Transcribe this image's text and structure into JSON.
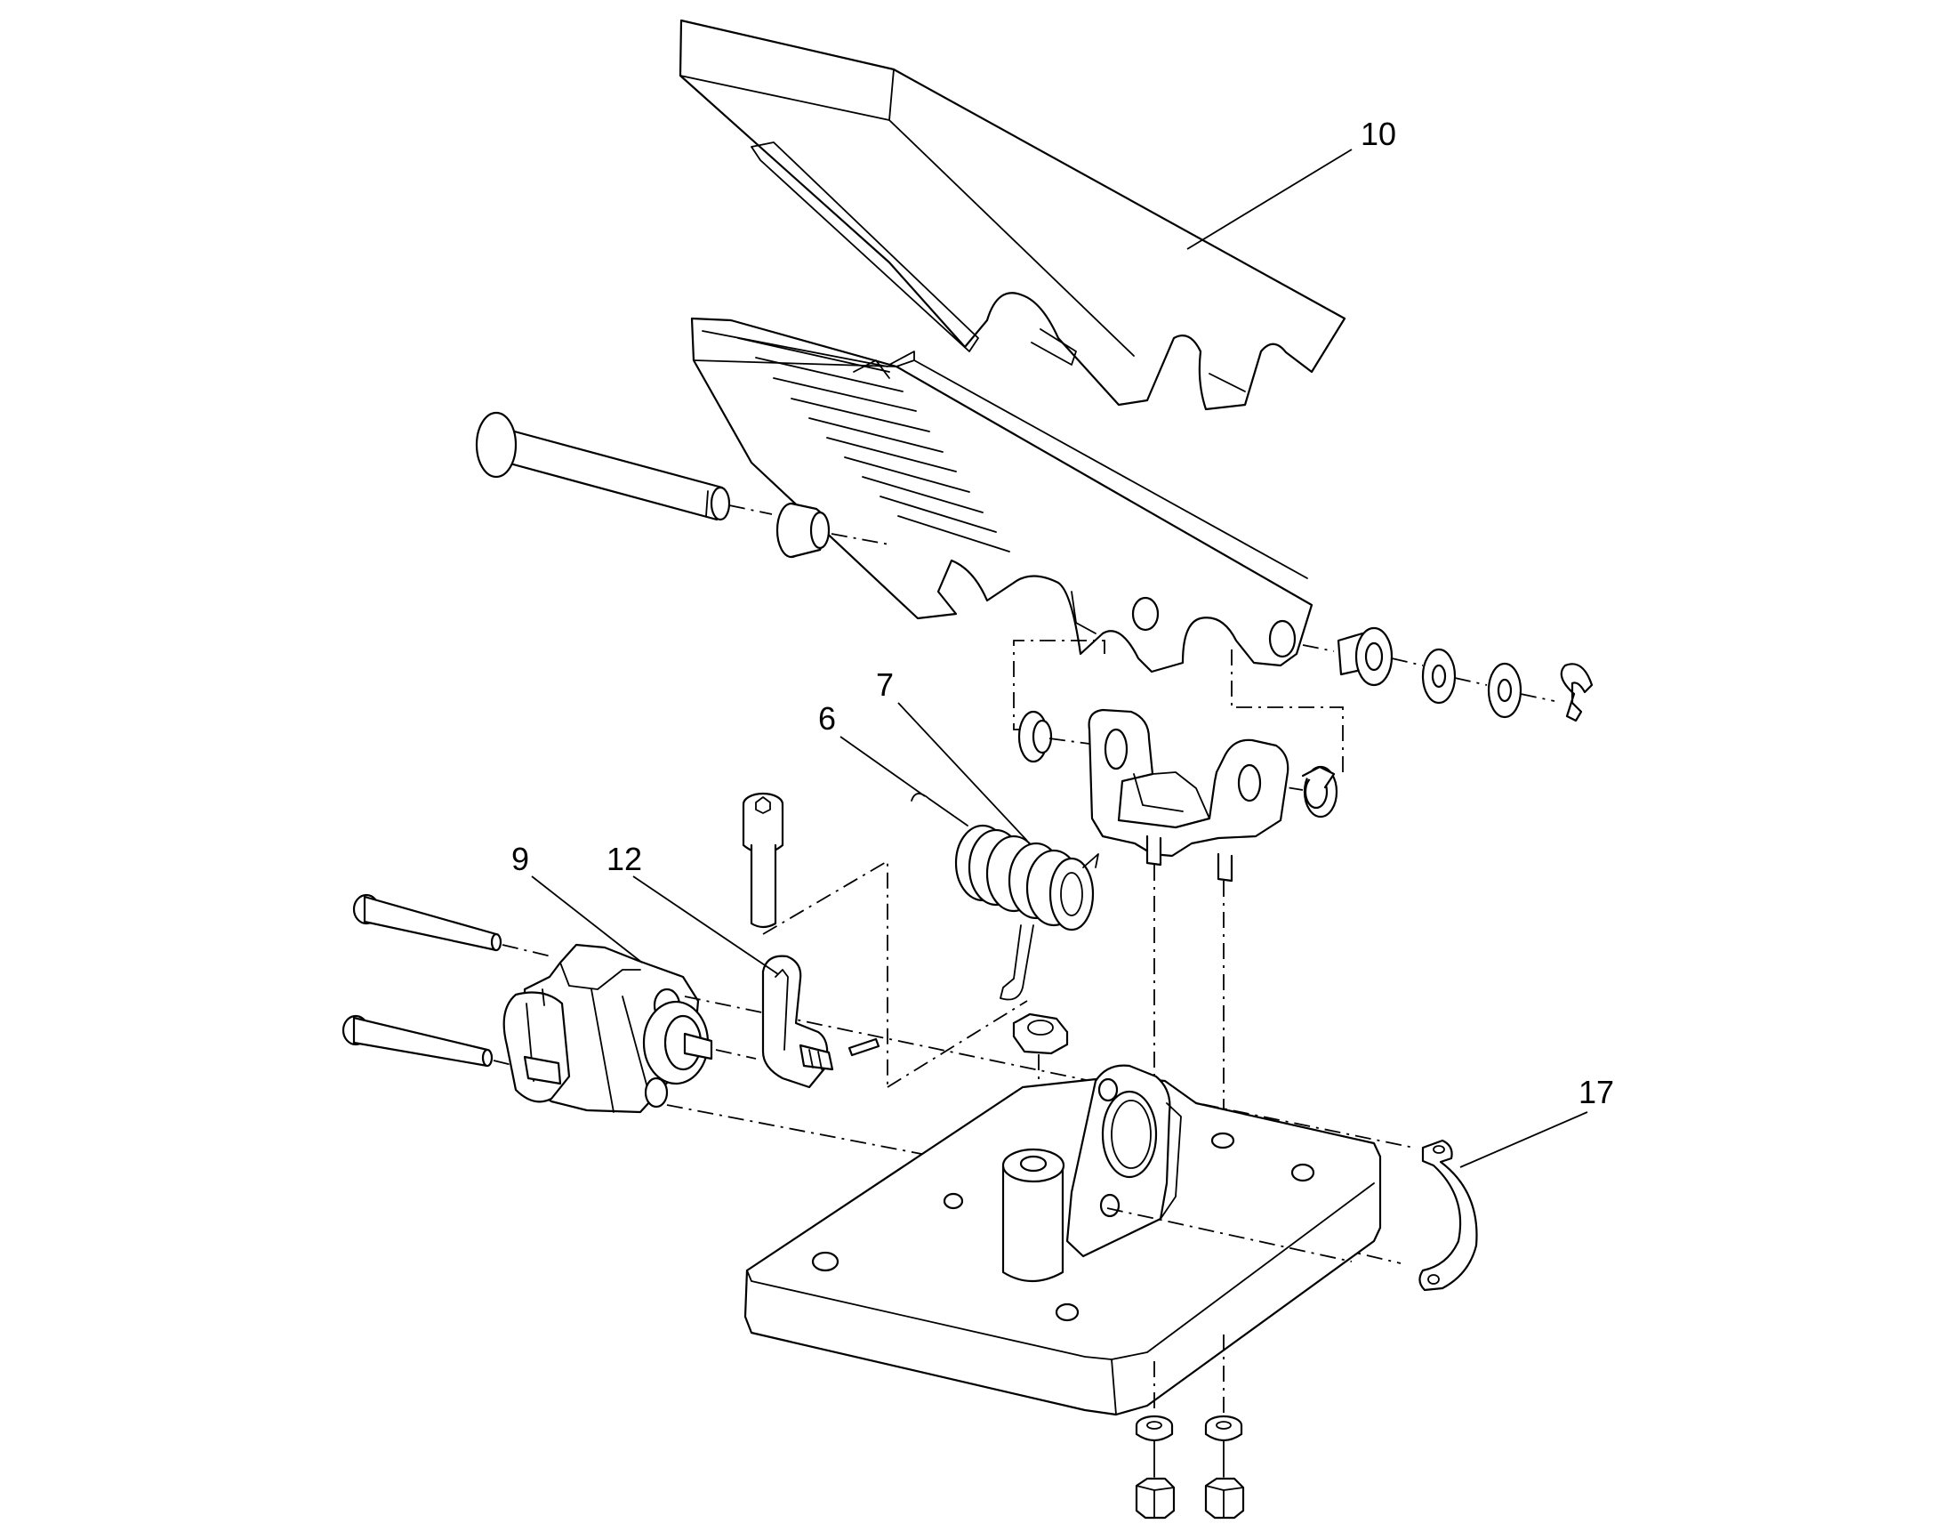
{
  "callouts": {
    "c10": "10",
    "c7": "7",
    "c6": "6",
    "c9": "9",
    "c12": "12",
    "c17": "17"
  },
  "colors": {
    "line": "#000000",
    "background": "#ffffff"
  }
}
